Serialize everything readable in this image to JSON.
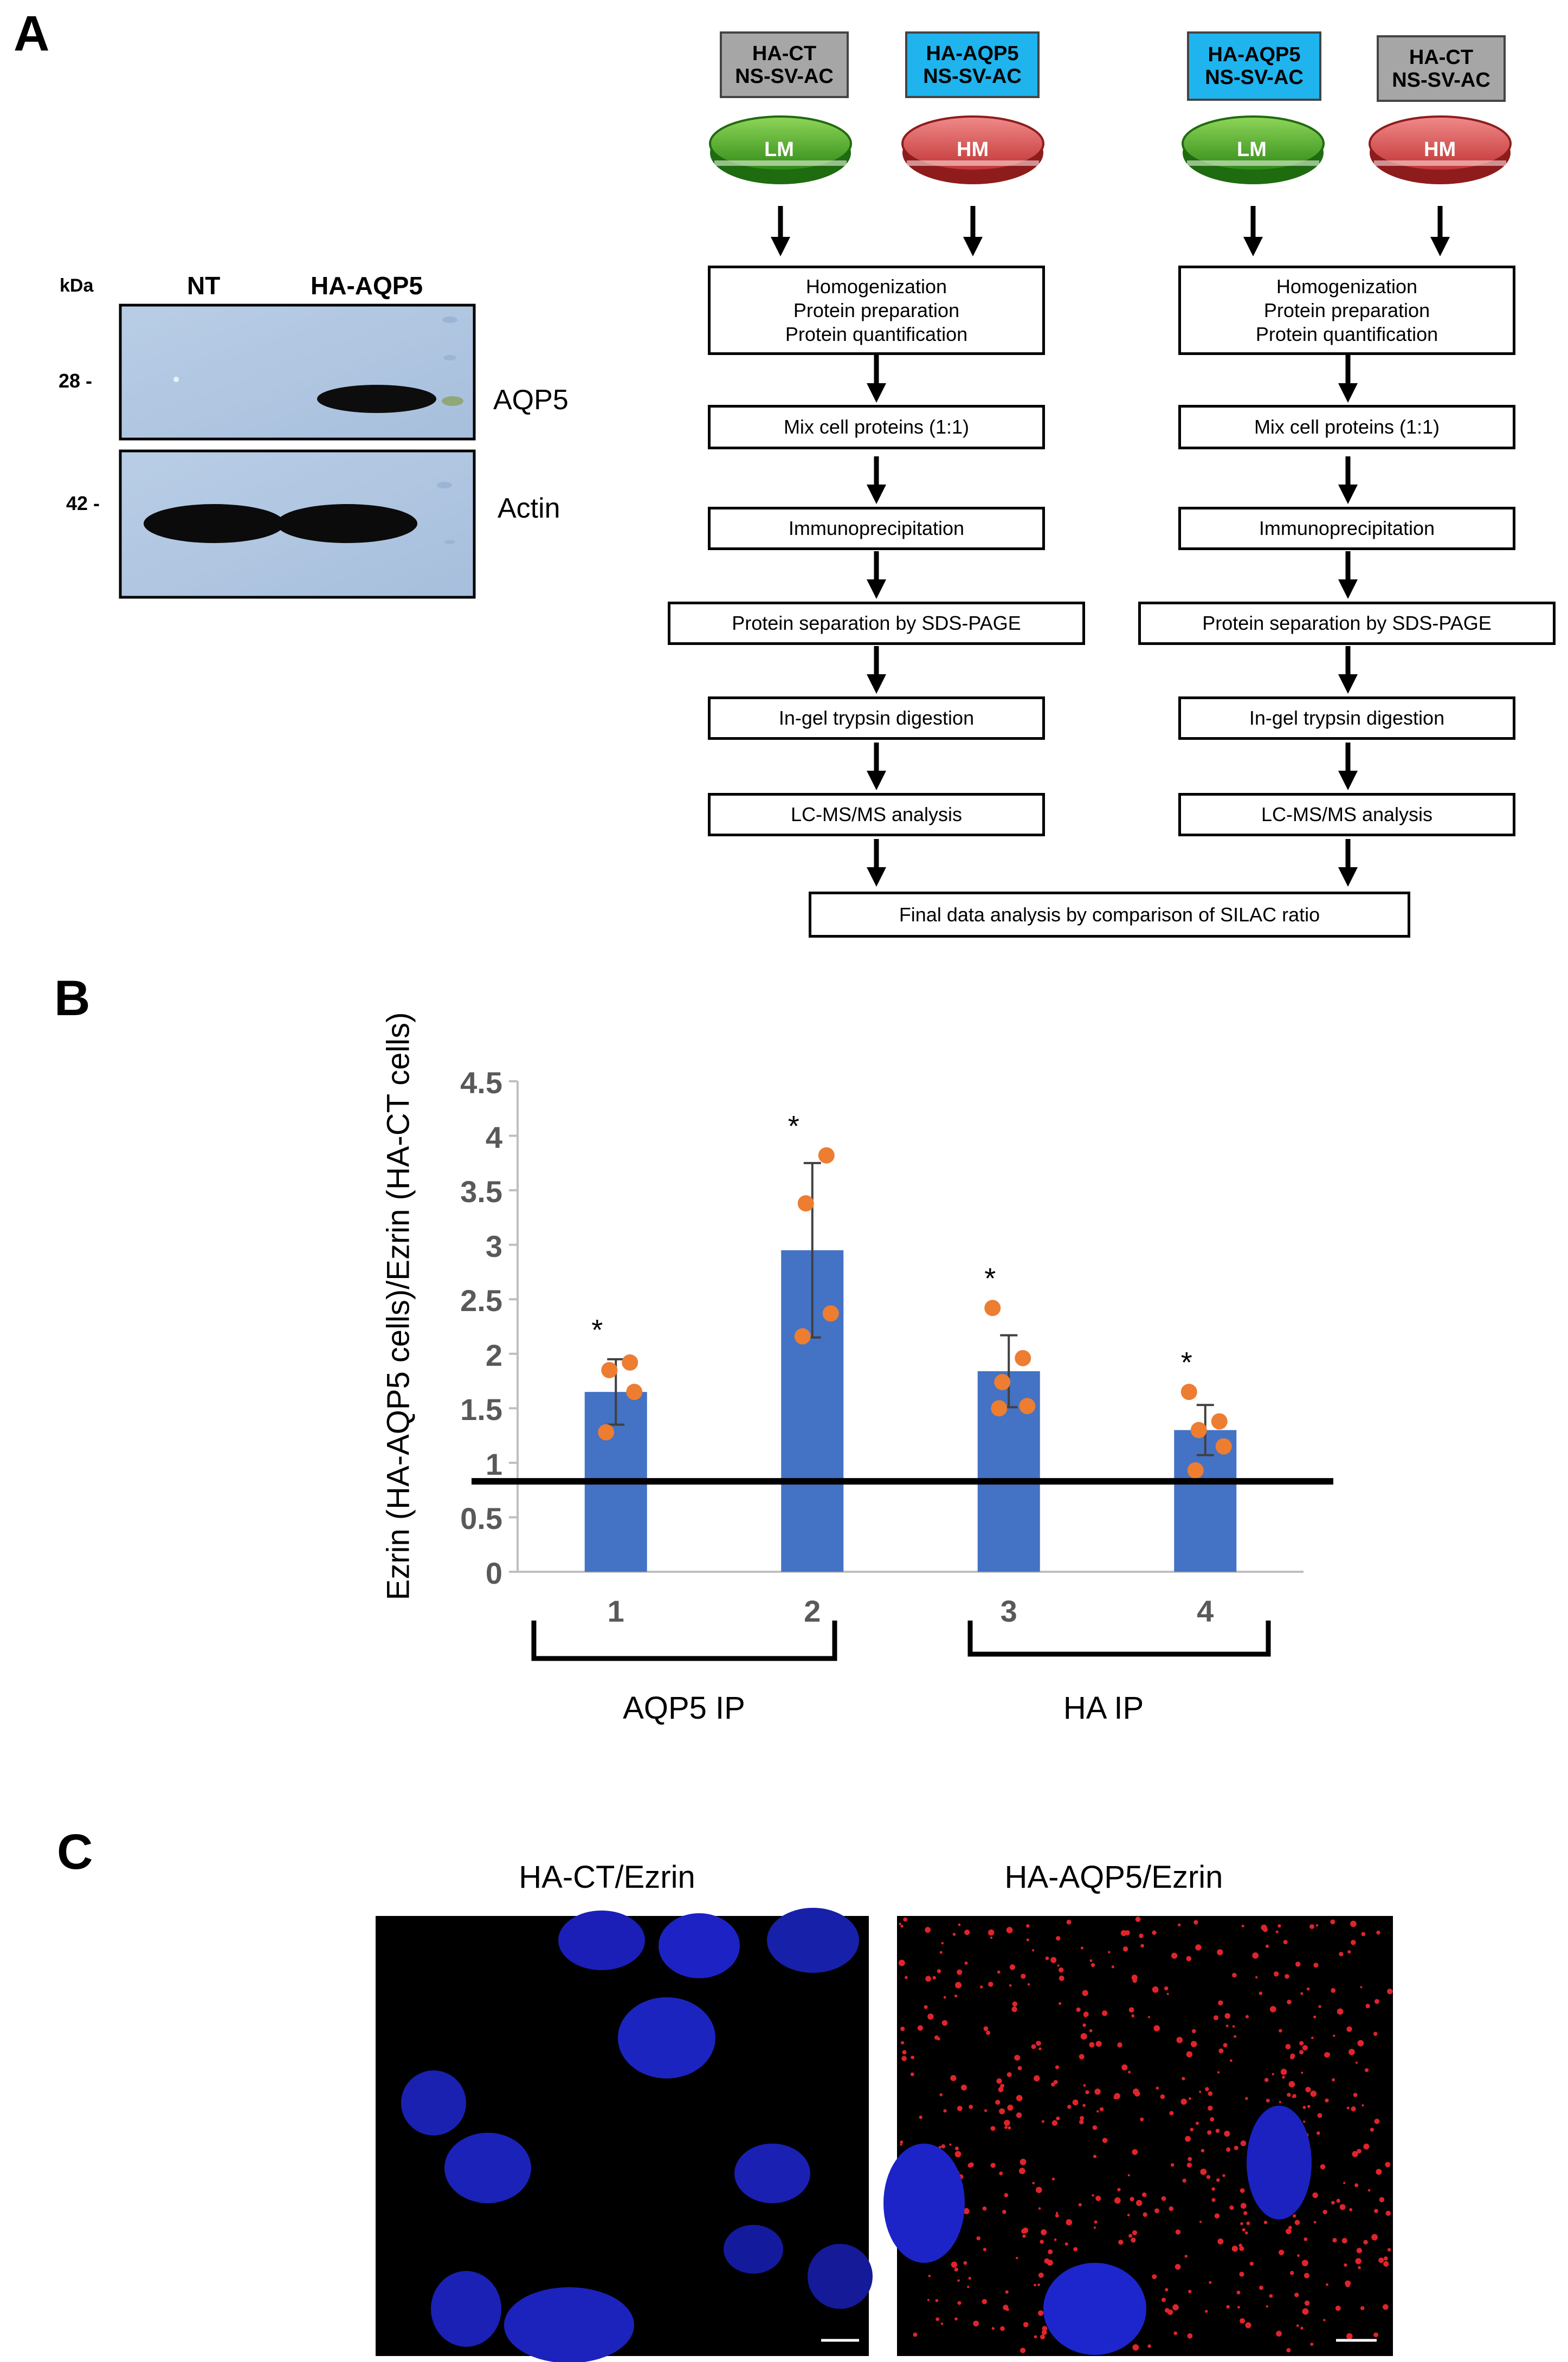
{
  "panels": {
    "a": "A",
    "b": "B",
    "c": "C"
  },
  "blot": {
    "kda": "kDa",
    "lanes": [
      "NT",
      "HA-AQP5"
    ],
    "markers": [
      "28 -",
      "42 -"
    ],
    "bands": [
      "AQP5",
      "Actin"
    ]
  },
  "schema": {
    "left_tags": [
      "HA-CT\nNS-SV-AC",
      "HA-AQP5\nNS-SV-AC"
    ],
    "right_tags": [
      "HA-AQP5\nNS-SV-AC",
      "HA-CT\nNS-SV-AC"
    ],
    "dish_left": [
      "LM",
      "HM"
    ],
    "dish_right": [
      "LM",
      "HM"
    ],
    "steps": [
      "Homogenization\nProtein preparation\nProtein quantification",
      "Mix cell proteins (1:1)",
      "Immunoprecipitation",
      "Protein separation by SDS-PAGE",
      "In-gel trypsin digestion",
      "LC-MS/MS analysis"
    ],
    "final": "Final data analysis by comparison of SILAC ratio",
    "colors": {
      "gray_tag": "#a6a6a6",
      "blue_tag": "#1fb4ee",
      "lm_dish": "#3a9a1e",
      "hm_dish": "#d44a4a"
    }
  },
  "chart_data": {
    "type": "bar",
    "categories": [
      "1",
      "2",
      "3",
      "4"
    ],
    "values": [
      1.65,
      2.95,
      1.84,
      1.3
    ],
    "errors": [
      0.3,
      0.8,
      0.33,
      0.23
    ],
    "points": [
      [
        1.28,
        1.65,
        1.85,
        1.92
      ],
      [
        2.16,
        2.37,
        3.38,
        3.82
      ],
      [
        1.5,
        1.52,
        1.74,
        1.96,
        2.42
      ],
      [
        0.93,
        1.15,
        1.3,
        1.38,
        1.65
      ]
    ],
    "significance": [
      "*",
      "*",
      "*",
      "*"
    ],
    "reference_line": 0.83,
    "ylim": [
      0,
      4.5
    ],
    "yticks": [
      "0",
      "0.5",
      "1",
      "1.5",
      "2",
      "2.5",
      "3",
      "3.5",
      "4",
      "4.5"
    ],
    "ylabel": "Ezrin (HA-AQP5 cells)/Ezrin (HA-CT cells)",
    "xlabel": "",
    "groups": [
      {
        "label": "AQP5 IP",
        "bars": [
          "1",
          "2"
        ]
      },
      {
        "label": "HA IP",
        "bars": [
          "3",
          "4"
        ]
      }
    ],
    "colors": {
      "bar": "#4472c4",
      "point": "#ed7d31",
      "line": "#000000"
    }
  },
  "micrographs": {
    "titles": [
      "HA-CT/Ezrin",
      "HA-AQP5/Ezrin"
    ]
  }
}
